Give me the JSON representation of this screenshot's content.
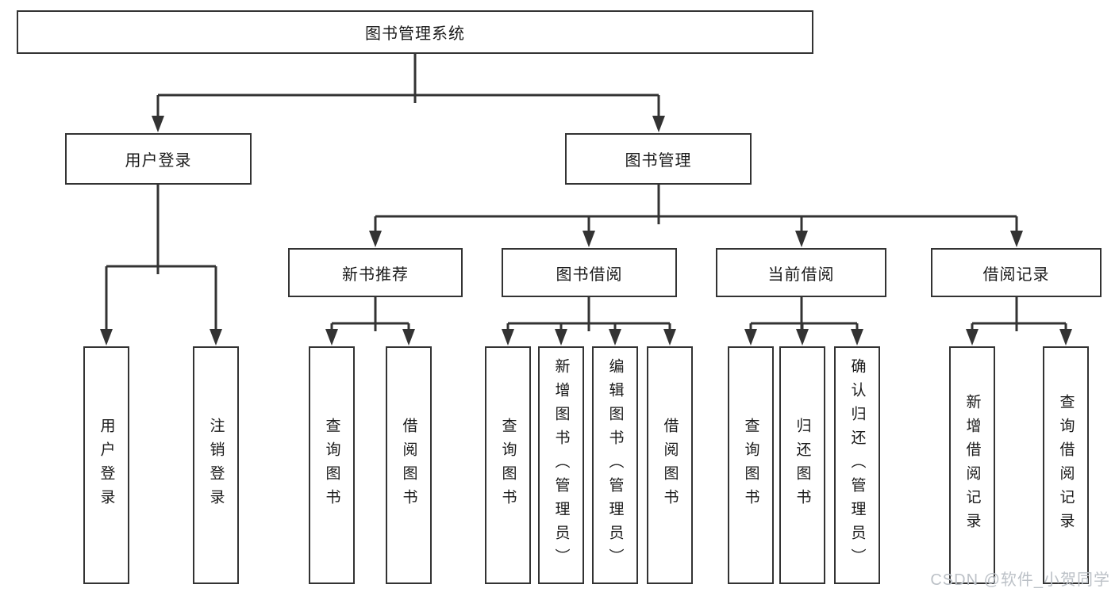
{
  "diagram": {
    "title_note": "functional structure tree",
    "root": {
      "label": "图书管理系统"
    },
    "branches": [
      {
        "label": "用户登录",
        "leaves": [
          {
            "label": "用户登录"
          },
          {
            "label": "注销登录"
          }
        ]
      },
      {
        "label": "图书管理",
        "groups": [
          {
            "label": "新书推荐",
            "leaves": [
              {
                "label": "查询图书"
              },
              {
                "label": "借阅图书"
              }
            ]
          },
          {
            "label": "图书借阅",
            "leaves": [
              {
                "label": "查询图书"
              },
              {
                "label": "新增图书（管理员）"
              },
              {
                "label": "编辑图书（管理员）"
              },
              {
                "label": "借阅图书"
              }
            ]
          },
          {
            "label": "当前借阅",
            "leaves": [
              {
                "label": "查询图书"
              },
              {
                "label": "归还图书"
              },
              {
                "label": "确认归还（管理员）"
              }
            ]
          },
          {
            "label": "借阅记录",
            "leaves": [
              {
                "label": "新增借阅记录"
              },
              {
                "label": "查询借阅记录"
              }
            ]
          }
        ]
      }
    ]
  },
  "watermark": {
    "text": "CSDN @软件_小贺同学"
  },
  "colors": {
    "line": "#333333",
    "box_border": "#333333",
    "text": "#1a1a1a",
    "watermark": "#bcc1c7",
    "background": "#ffffff"
  }
}
